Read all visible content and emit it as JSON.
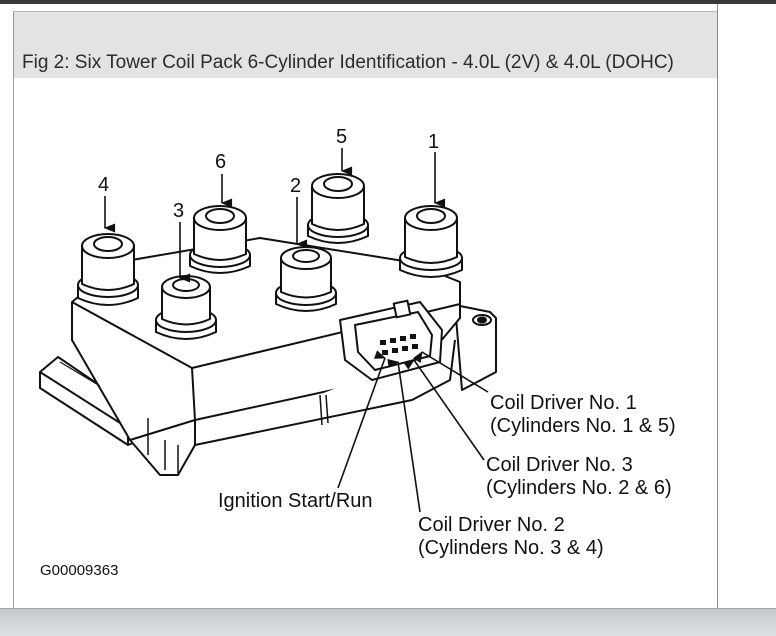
{
  "caption": "Fig 2: Six Tower Coil Pack 6-Cylinder Identification - 4.0L (2V) & 4.0L (DOHC)",
  "towers": {
    "t4": "4",
    "t3": "3",
    "t6": "6",
    "t2": "2",
    "t5": "5",
    "t1": "1"
  },
  "labels": {
    "coil1_line1": "Coil Driver No. 1",
    "coil1_line2": "(Cylinders No. 1 & 5)",
    "coil3_line1": "Coil Driver No. 3",
    "coil3_line2": "(Cylinders No. 2 & 6)",
    "ignition": "Ignition Start/Run",
    "coil2_line1": "Coil Driver No. 2",
    "coil2_line2": "(Cylinders No. 3 & 4)"
  },
  "figure_code": "G00009363"
}
